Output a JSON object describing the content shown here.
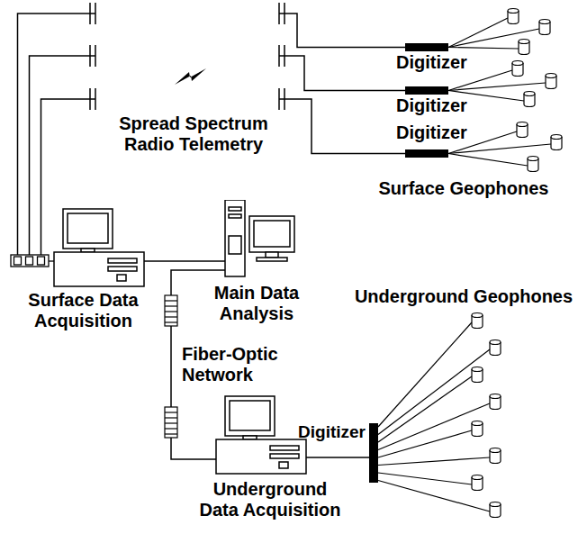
{
  "diagram": {
    "nodes": [
      {
        "text": [
          "Digitizer"
        ]
      },
      {
        "text": [
          "Digitizer"
        ]
      },
      {
        "text": [
          "Digitizer"
        ]
      },
      {
        "text": [
          "Surface Data Acquisition"
        ]
      },
      {
        "text": [
          "Main Data Analysis"
        ]
      },
      {
        "text": [
          "Underground Data Acquisition"
        ]
      },
      {
        "text": [
          "Digitizer"
        ]
      }
    ],
    "edges": [
      {
        "from": 3,
        "to": 0,
        "arrow": "none"
      },
      {
        "from": 3,
        "to": 1,
        "arrow": "none"
      },
      {
        "from": 3,
        "to": 2,
        "arrow": "none"
      },
      {
        "from": 3,
        "to": 4,
        "arrow": "none"
      },
      {
        "from": 4,
        "to": 5,
        "label": "Fiber-Optic Network",
        "arrow": "none"
      },
      {
        "from": 5,
        "to": 6,
        "arrow": "none"
      }
    ],
    "labels": [
      "Spread Spectrum Radio Telemetry",
      "Surface Geophones",
      "Underground Geophones"
    ]
  }
}
